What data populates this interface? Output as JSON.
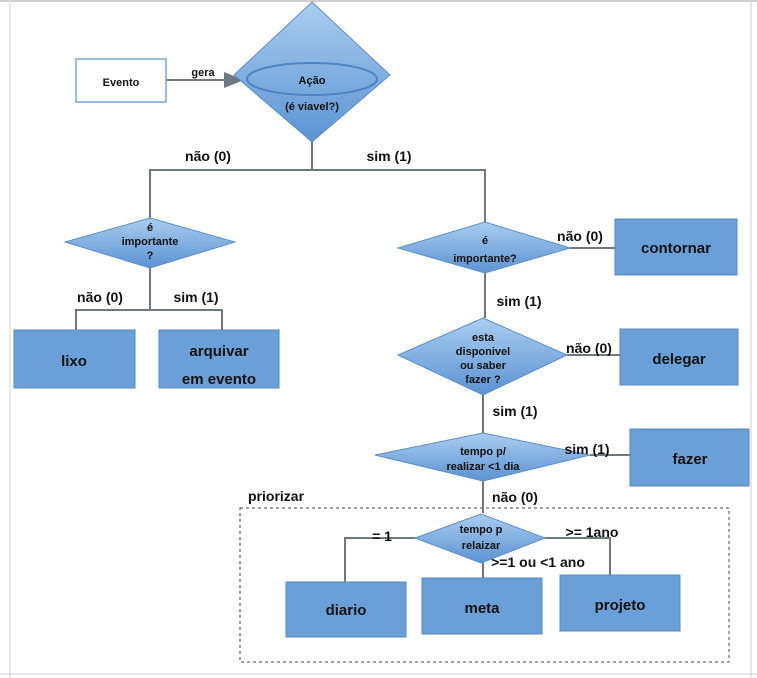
{
  "colors": {
    "node_fill": "#6a9fd8",
    "node_stroke": "#5688c2",
    "diamond_fill": "#7eb0e2",
    "line": "#6f7780",
    "grid": "#d0d0d0"
  },
  "nodes": {
    "evento": "Evento",
    "acao_title": "Ação",
    "acao_sub": "(é viavel?)",
    "importante_left": [
      "é",
      "importante",
      "?"
    ],
    "importante_right": [
      "é",
      "importante?"
    ],
    "contornar": "contornar",
    "lixo": "lixo",
    "arquivar": [
      "arquivar",
      "em evento"
    ],
    "disponivel": [
      "esta",
      "disponivel",
      "ou saber",
      "fazer ?"
    ],
    "delegar": "delegar",
    "tempo1": [
      "tempo p/",
      "realizar <1 dia"
    ],
    "fazer": "fazer",
    "tempo2": [
      "tempo p",
      "relaizar"
    ],
    "diario": "diario",
    "meta": "meta",
    "projeto": "projeto"
  },
  "edges": {
    "gera": "gera",
    "acao_nao": "não (0)",
    "acao_sim": "sim (1)",
    "left_nao": "não (0)",
    "left_sim": "sim (1)",
    "right_nao": "não (0)",
    "right_sim": "sim (1)",
    "disp_nao": "não (0)",
    "disp_sim": "sim (1)",
    "tempo_sim": "sim (1)",
    "tempo_nao": "não (0)",
    "eq1": "= 1",
    "ge1ano": ">= 1ano",
    "range": ">=1 ou <1 ano"
  },
  "group": {
    "label": "priorizar"
  }
}
